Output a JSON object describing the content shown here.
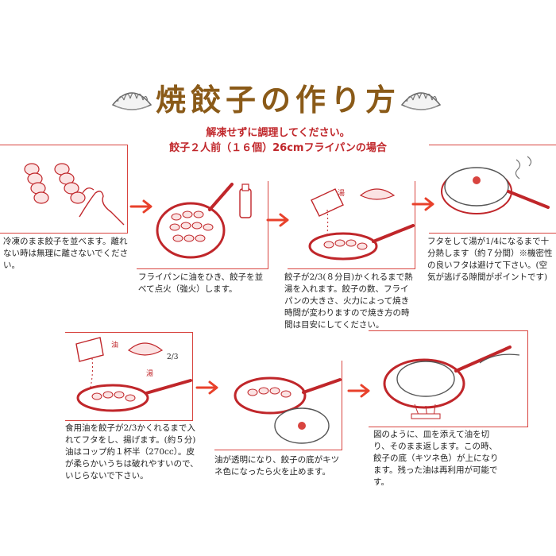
{
  "page": {
    "title": "焼餃子の作り方",
    "subtitle_line1": "解凍せずに調理してください。",
    "subtitle_line2": "餃子２人前（１６個）26cmフライパンの場合"
  },
  "steps": [
    {
      "id": 1,
      "text": "冷凍のまま餃子を並べます。離れない時は無理に離さないでください。"
    },
    {
      "id": 2,
      "text": "フライパンに油をひき、餃子を並べて点火（強火）します。"
    },
    {
      "id": 3,
      "text": "餃子が2/3(８分目)かくれるまで熱湯を入れます。餃子の数、フライパンの大きさ、火力によって焼き時間が変わりますので焼き方の時間は目安にしてください。",
      "labels": {
        "water": "湯"
      }
    },
    {
      "id": 4,
      "text": "フタをして湯が1/4になるまで十分熱します（約７分間）※機密性の良いフタは避けて下さい。(空気が逃げる隙間がポイントです)"
    },
    {
      "id": 5,
      "text": "食用油を餃子が2/3かくれるまで入れてフタをし、揚げます。(約５分)油はコップ約１杯半（270cc）。皮が柔らかいうちは破れやすいので、いじらないで下さい。",
      "labels": {
        "oil": "油",
        "water": "湯",
        "fraction": "2/3"
      }
    },
    {
      "id": 6,
      "text": "油が透明になり、餃子の底がキツネ色になったら火を止めます。"
    },
    {
      "id": 7,
      "text": "図のように、皿を添えて油を切り、そのまま返します。この時、餃子の底（キツネ色）が上になります。残った油は再利用が可能です。"
    }
  ],
  "colors": {
    "accent": "#d8443f",
    "title": "#8a5a18",
    "arrow": "#e8412b",
    "arrow_fill": "#f6b21b"
  }
}
